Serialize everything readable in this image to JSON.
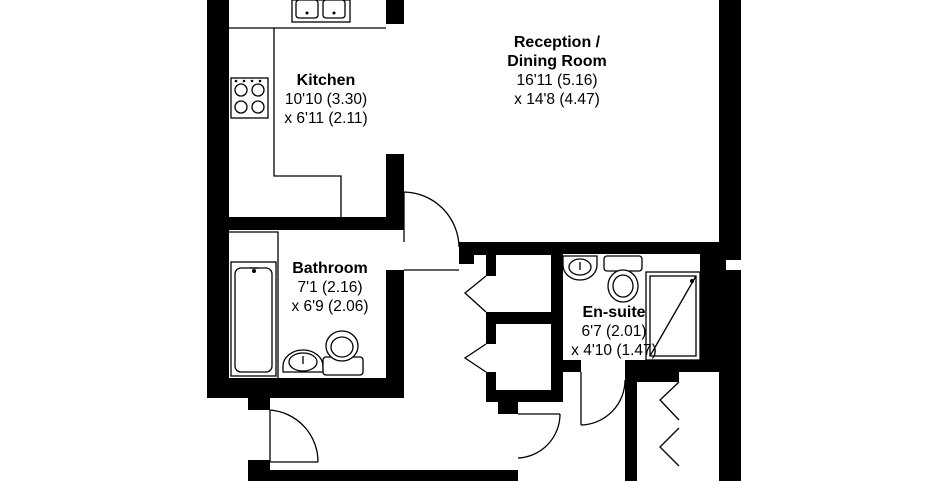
{
  "rooms": {
    "reception": {
      "name_1": "Reception /",
      "name_2": "Dining Room",
      "dim_1": "16'11 (5.16)",
      "dim_2": "x 14'8 (4.47)"
    },
    "kitchen": {
      "name": "Kitchen",
      "dim_1": "10'10 (3.30)",
      "dim_2": "x 6'11 (2.11)"
    },
    "bathroom": {
      "name": "Bathroom",
      "dim_1": "7'1 (2.16)",
      "dim_2": "x 6'9 (2.06)"
    },
    "ensuite": {
      "name": "En-suite",
      "dim_1": "6'7 (2.01)",
      "dim_2": "x 4'10 (1.47)"
    }
  },
  "colors": {
    "wall": "#000000",
    "background": "#ffffff"
  },
  "icons": [
    "kitchen-sink-icon",
    "hob-icon",
    "bath-icon",
    "wash-basin-icon",
    "toilet-icon",
    "shower-tray-icon",
    "door-swing-icon",
    "cupboard-door-icon"
  ]
}
